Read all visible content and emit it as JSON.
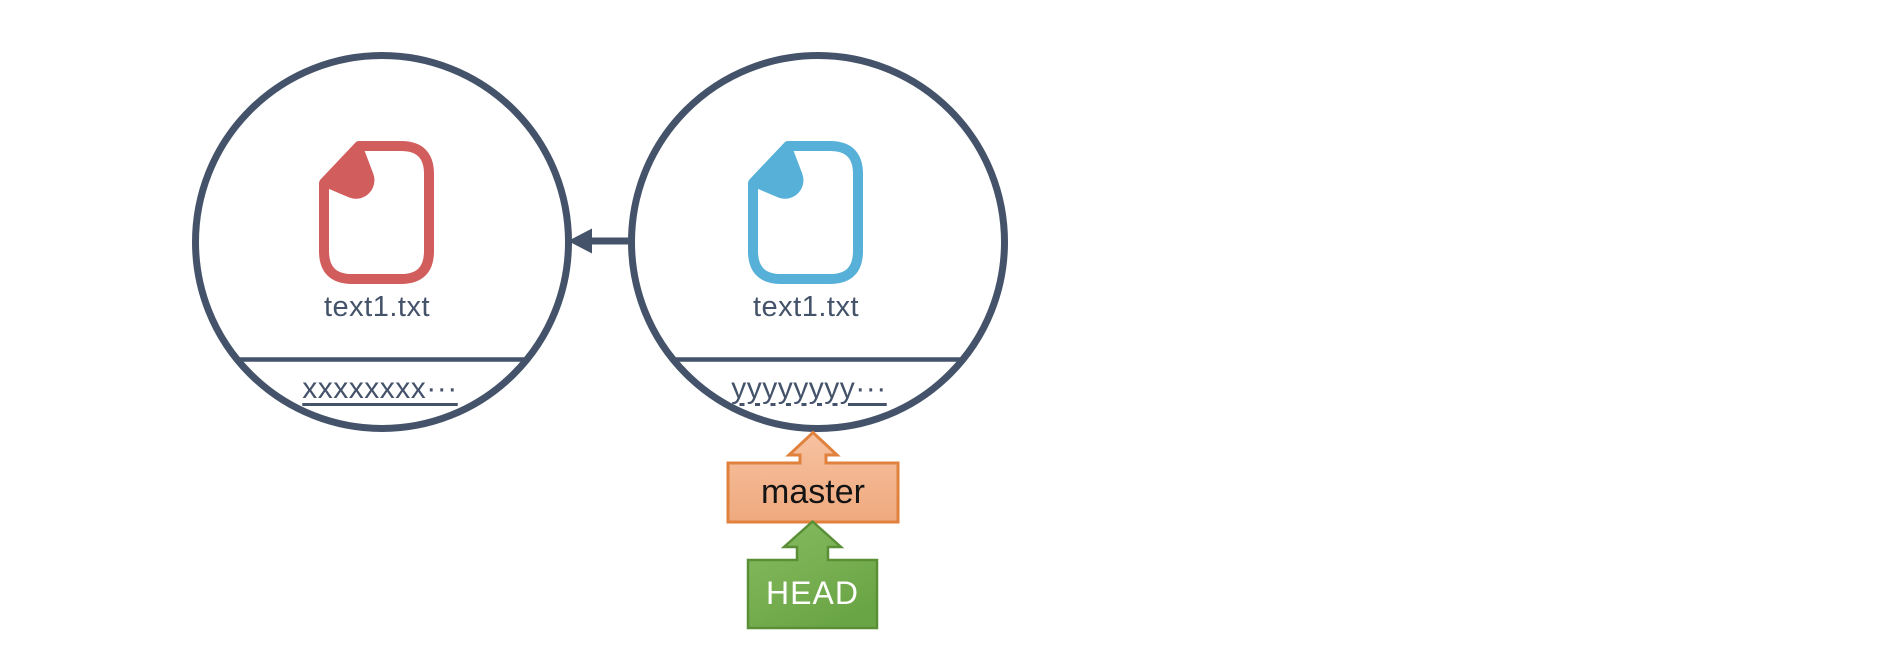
{
  "canvas": {
    "background": "#ffffff",
    "outline_color": "#44536a"
  },
  "commits": [
    {
      "name": "commit-old",
      "file_label": "text1.txt",
      "hash": "xxxxxxxx···",
      "icon": "document-icon",
      "icon_color": "#d15d5d"
    },
    {
      "name": "commit-new",
      "file_label": "text1.txt",
      "hash": "yyyyyyyy···",
      "icon": "document-icon",
      "icon_color": "#56b0d8"
    }
  ],
  "edge": {
    "type": "parent-arrow",
    "direction": "right-to-left",
    "color": "#44536a"
  },
  "pointers": {
    "branch": {
      "label": "master",
      "fill_top": "#f7c2a1",
      "fill_bottom": "#efa97e",
      "border": "#e0823e",
      "text_color": "#141414"
    },
    "head": {
      "label": "HEAD",
      "fill_top": "#88bc62",
      "fill_bottom": "#6aa545",
      "border": "#5b8f36",
      "text_color": "#ffffff"
    }
  }
}
